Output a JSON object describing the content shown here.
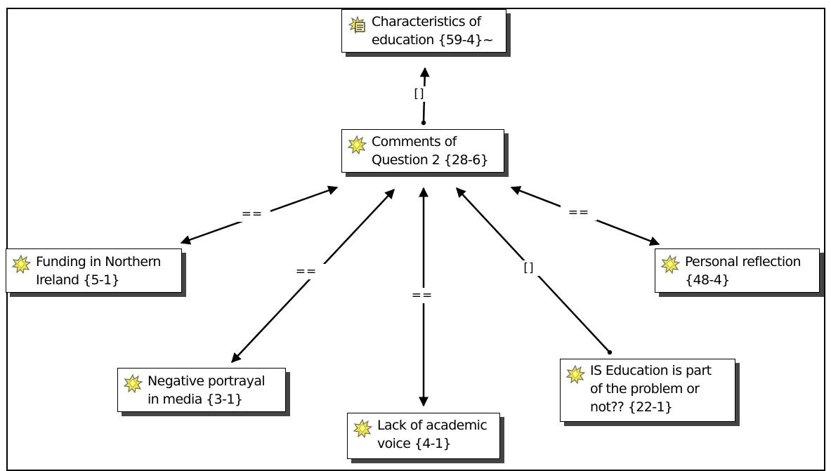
{
  "nodes": {
    "characteristics": {
      "label": "Characteristics of\neducation {59-4}~",
      "icon": "family-memo-icon"
    },
    "comments": {
      "label": "Comments of\nQuestion 2 {28-6}",
      "icon": "code-star-icon"
    },
    "funding": {
      "label": "Funding in Northern\nIreland {5-1}",
      "icon": "code-star-icon"
    },
    "personal": {
      "label": "Personal reflection\n{48-4}",
      "icon": "code-star-icon"
    },
    "negative": {
      "label": "Negative portrayal\nin media {3-1}",
      "icon": "code-star-icon"
    },
    "lack": {
      "label": "Lack of academic\nvoice {4-1}",
      "icon": "code-star-icon"
    },
    "is_education": {
      "label": "IS Education is  part\nof the problem or\nnot?? {22-1}",
      "icon": "code-star-icon"
    }
  },
  "edges": {
    "comments_characteristics": "[]",
    "comments_funding": "==",
    "comments_negative": "==",
    "comments_lack": "==",
    "comments_is_education": "[]",
    "comments_personal": "=="
  },
  "colors": {
    "node_border": "#000000",
    "shadow": "#444444",
    "icon_fill": "#f2e83a",
    "icon_outline": "#6b6b6b"
  }
}
